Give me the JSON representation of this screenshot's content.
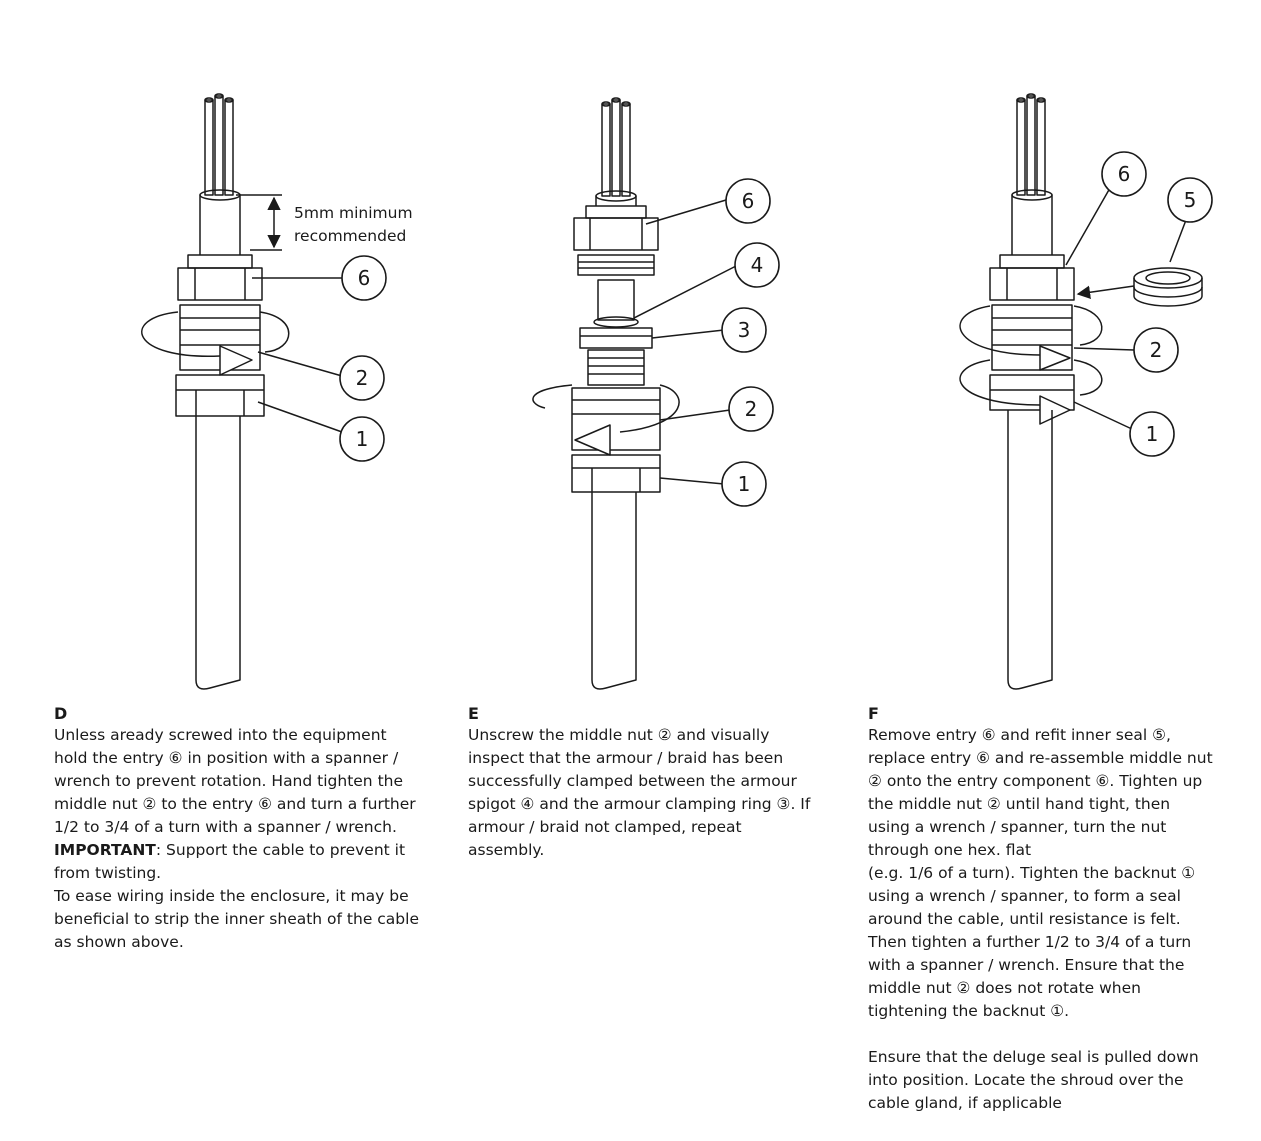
{
  "figure": {
    "dimension_label_line1": "5mm minimum",
    "dimension_label_line2": "recommended",
    "panel_d_callouts": [
      "6",
      "2",
      "1"
    ],
    "panel_e_callouts": [
      "6",
      "4",
      "3",
      "2",
      "1"
    ],
    "panel_f_callouts": [
      "6",
      "5",
      "2",
      "1"
    ]
  },
  "steps": {
    "d": {
      "heading": "D",
      "line1": "Unless aready screwed into the equipment hold the entry ⑥ in position with a spanner / wrench to prevent rotation. Hand tighten the middle nut ② to the entry ⑥ and turn a further 1/2 to 3/4 of a turn with a spanner / wrench.",
      "important_label": "IMPORTANT",
      "important_text": ": Support the cable to prevent it from twisting.",
      "line3": "To ease wiring inside the enclosure, it may be beneficial to strip the inner sheath of the cable as shown above."
    },
    "e": {
      "heading": "E",
      "text": "Unscrew the middle nut ② and visually inspect that the armour / braid has been successfully clamped between the armour spigot ④ and the armour clamping ring ③. If armour / braid not clamped, repeat assembly."
    },
    "f": {
      "heading": "F",
      "text1": "Remove entry ⑥ and refit inner seal ⑤, replace entry ⑥ and re-assemble middle nut ② onto the entry component ⑥. Tighten up the middle nut ② until hand tight, then using a wrench / spanner, turn the nut through one hex. flat",
      "text2": "(e.g. 1/6 of a turn). Tighten the backnut ① using a wrench / spanner, to form a seal around the cable, until resistance is felt. Then tighten a further 1/2 to 3/4 of a turn with a spanner / wrench. Ensure that the middle nut ② does not rotate when tightening the backnut ①.",
      "text3": "Ensure that the deluge seal is pulled down into position. Locate the shroud over the cable gland, if applicable"
    }
  }
}
